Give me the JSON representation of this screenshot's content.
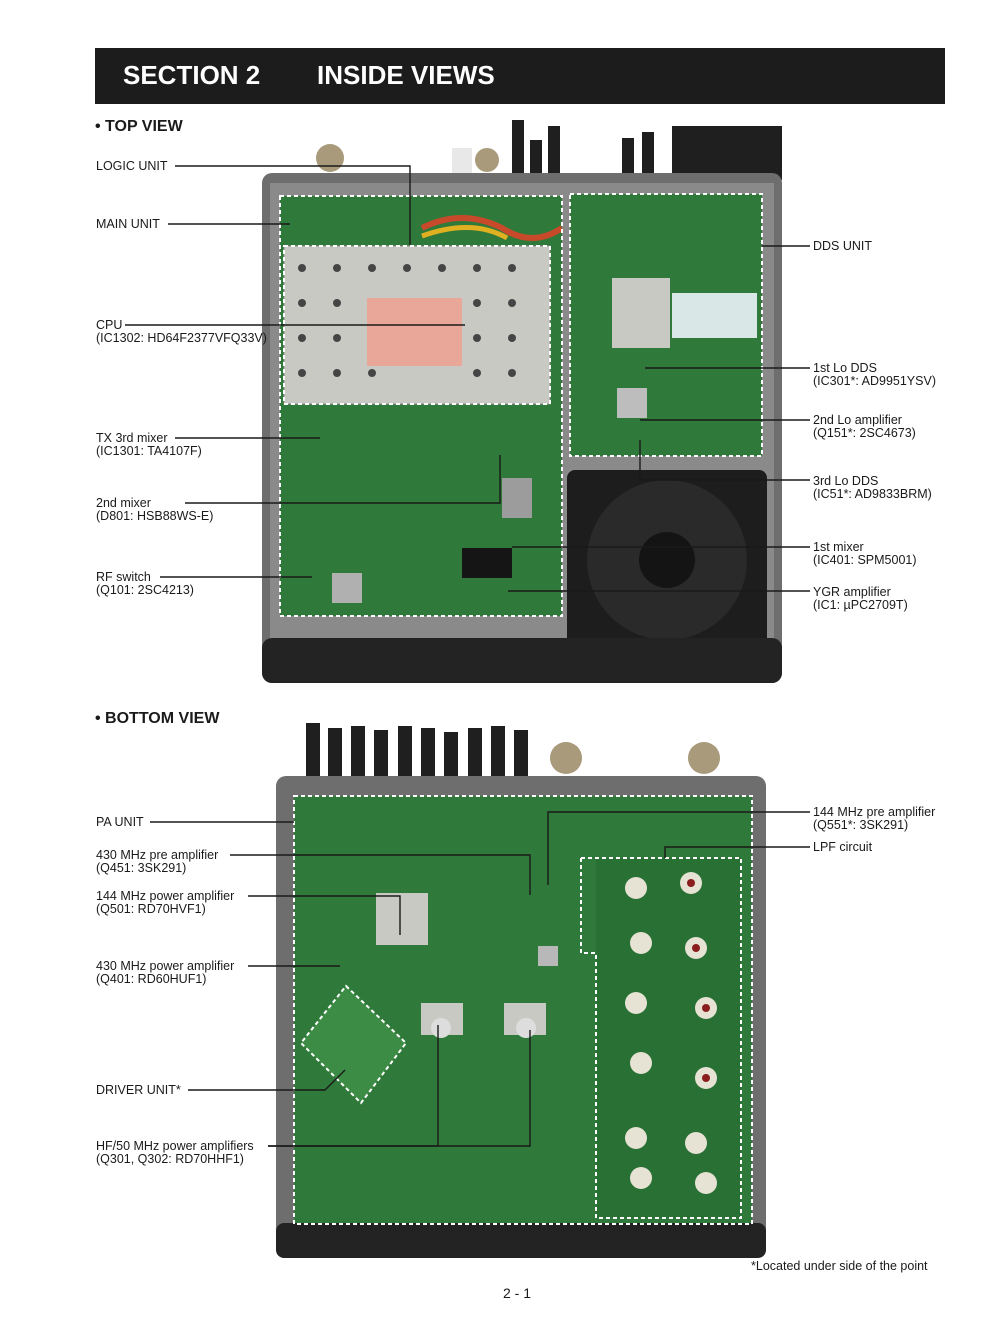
{
  "header": {
    "section": "SECTION 2",
    "title": "INSIDE VIEWS"
  },
  "top_view": {
    "heading": "• TOP VIEW",
    "left_labels": [
      {
        "line1": "LOGIC UNIT",
        "line2": ""
      },
      {
        "line1": "MAIN UNIT",
        "line2": ""
      },
      {
        "line1": "CPU",
        "line2": "(IC1302: HD64F2377VFQ33V)"
      },
      {
        "line1": "TX 3rd mixer",
        "line2": "(IC1301: TA4107F)"
      },
      {
        "line1": "2nd mixer",
        "line2": "(D801: HSB88WS-E)"
      },
      {
        "line1": "RF switch",
        "line2": "(Q101: 2SC4213)"
      }
    ],
    "right_labels": [
      {
        "line1": "DDS UNIT",
        "line2": ""
      },
      {
        "line1": "1st Lo DDS",
        "line2": "(IC301*: AD9951YSV)"
      },
      {
        "line1": "2nd Lo amplifier",
        "line2": "(Q151*: 2SC4673)"
      },
      {
        "line1": "3rd Lo DDS",
        "line2": "(IC51*: AD9833BRM)"
      },
      {
        "line1": "1st mixer",
        "line2": "(IC401: SPM5001)"
      },
      {
        "line1": "YGR amplifier",
        "line2": "(IC1: µPC2709T)"
      }
    ]
  },
  "bottom_view": {
    "heading": "• BOTTOM VIEW",
    "left_labels": [
      {
        "line1": "PA UNIT",
        "line2": ""
      },
      {
        "line1": "430 MHz pre amplifier",
        "line2": "(Q451: 3SK291)"
      },
      {
        "line1": "144 MHz power amplifier",
        "line2": "(Q501: RD70HVF1)"
      },
      {
        "line1": "430 MHz power amplifier",
        "line2": "(Q401: RD60HUF1)"
      },
      {
        "line1": "DRIVER UNIT*",
        "line2": ""
      },
      {
        "line1": "HF/50 MHz power amplifiers",
        "line2": "(Q301, Q302: RD70HHF1)"
      }
    ],
    "right_labels": [
      {
        "line1": "144 MHz pre amplifier",
        "line2": "(Q551*: 3SK291)"
      },
      {
        "line1": "LPF circuit",
        "line2": ""
      }
    ]
  },
  "footnote": "*Located under side of the point",
  "page_number": "2 - 1",
  "colors": {
    "header_bg": "#1c1c1c",
    "pcb_green": "#2f7a3a",
    "chassis": "#3a3a3a"
  }
}
